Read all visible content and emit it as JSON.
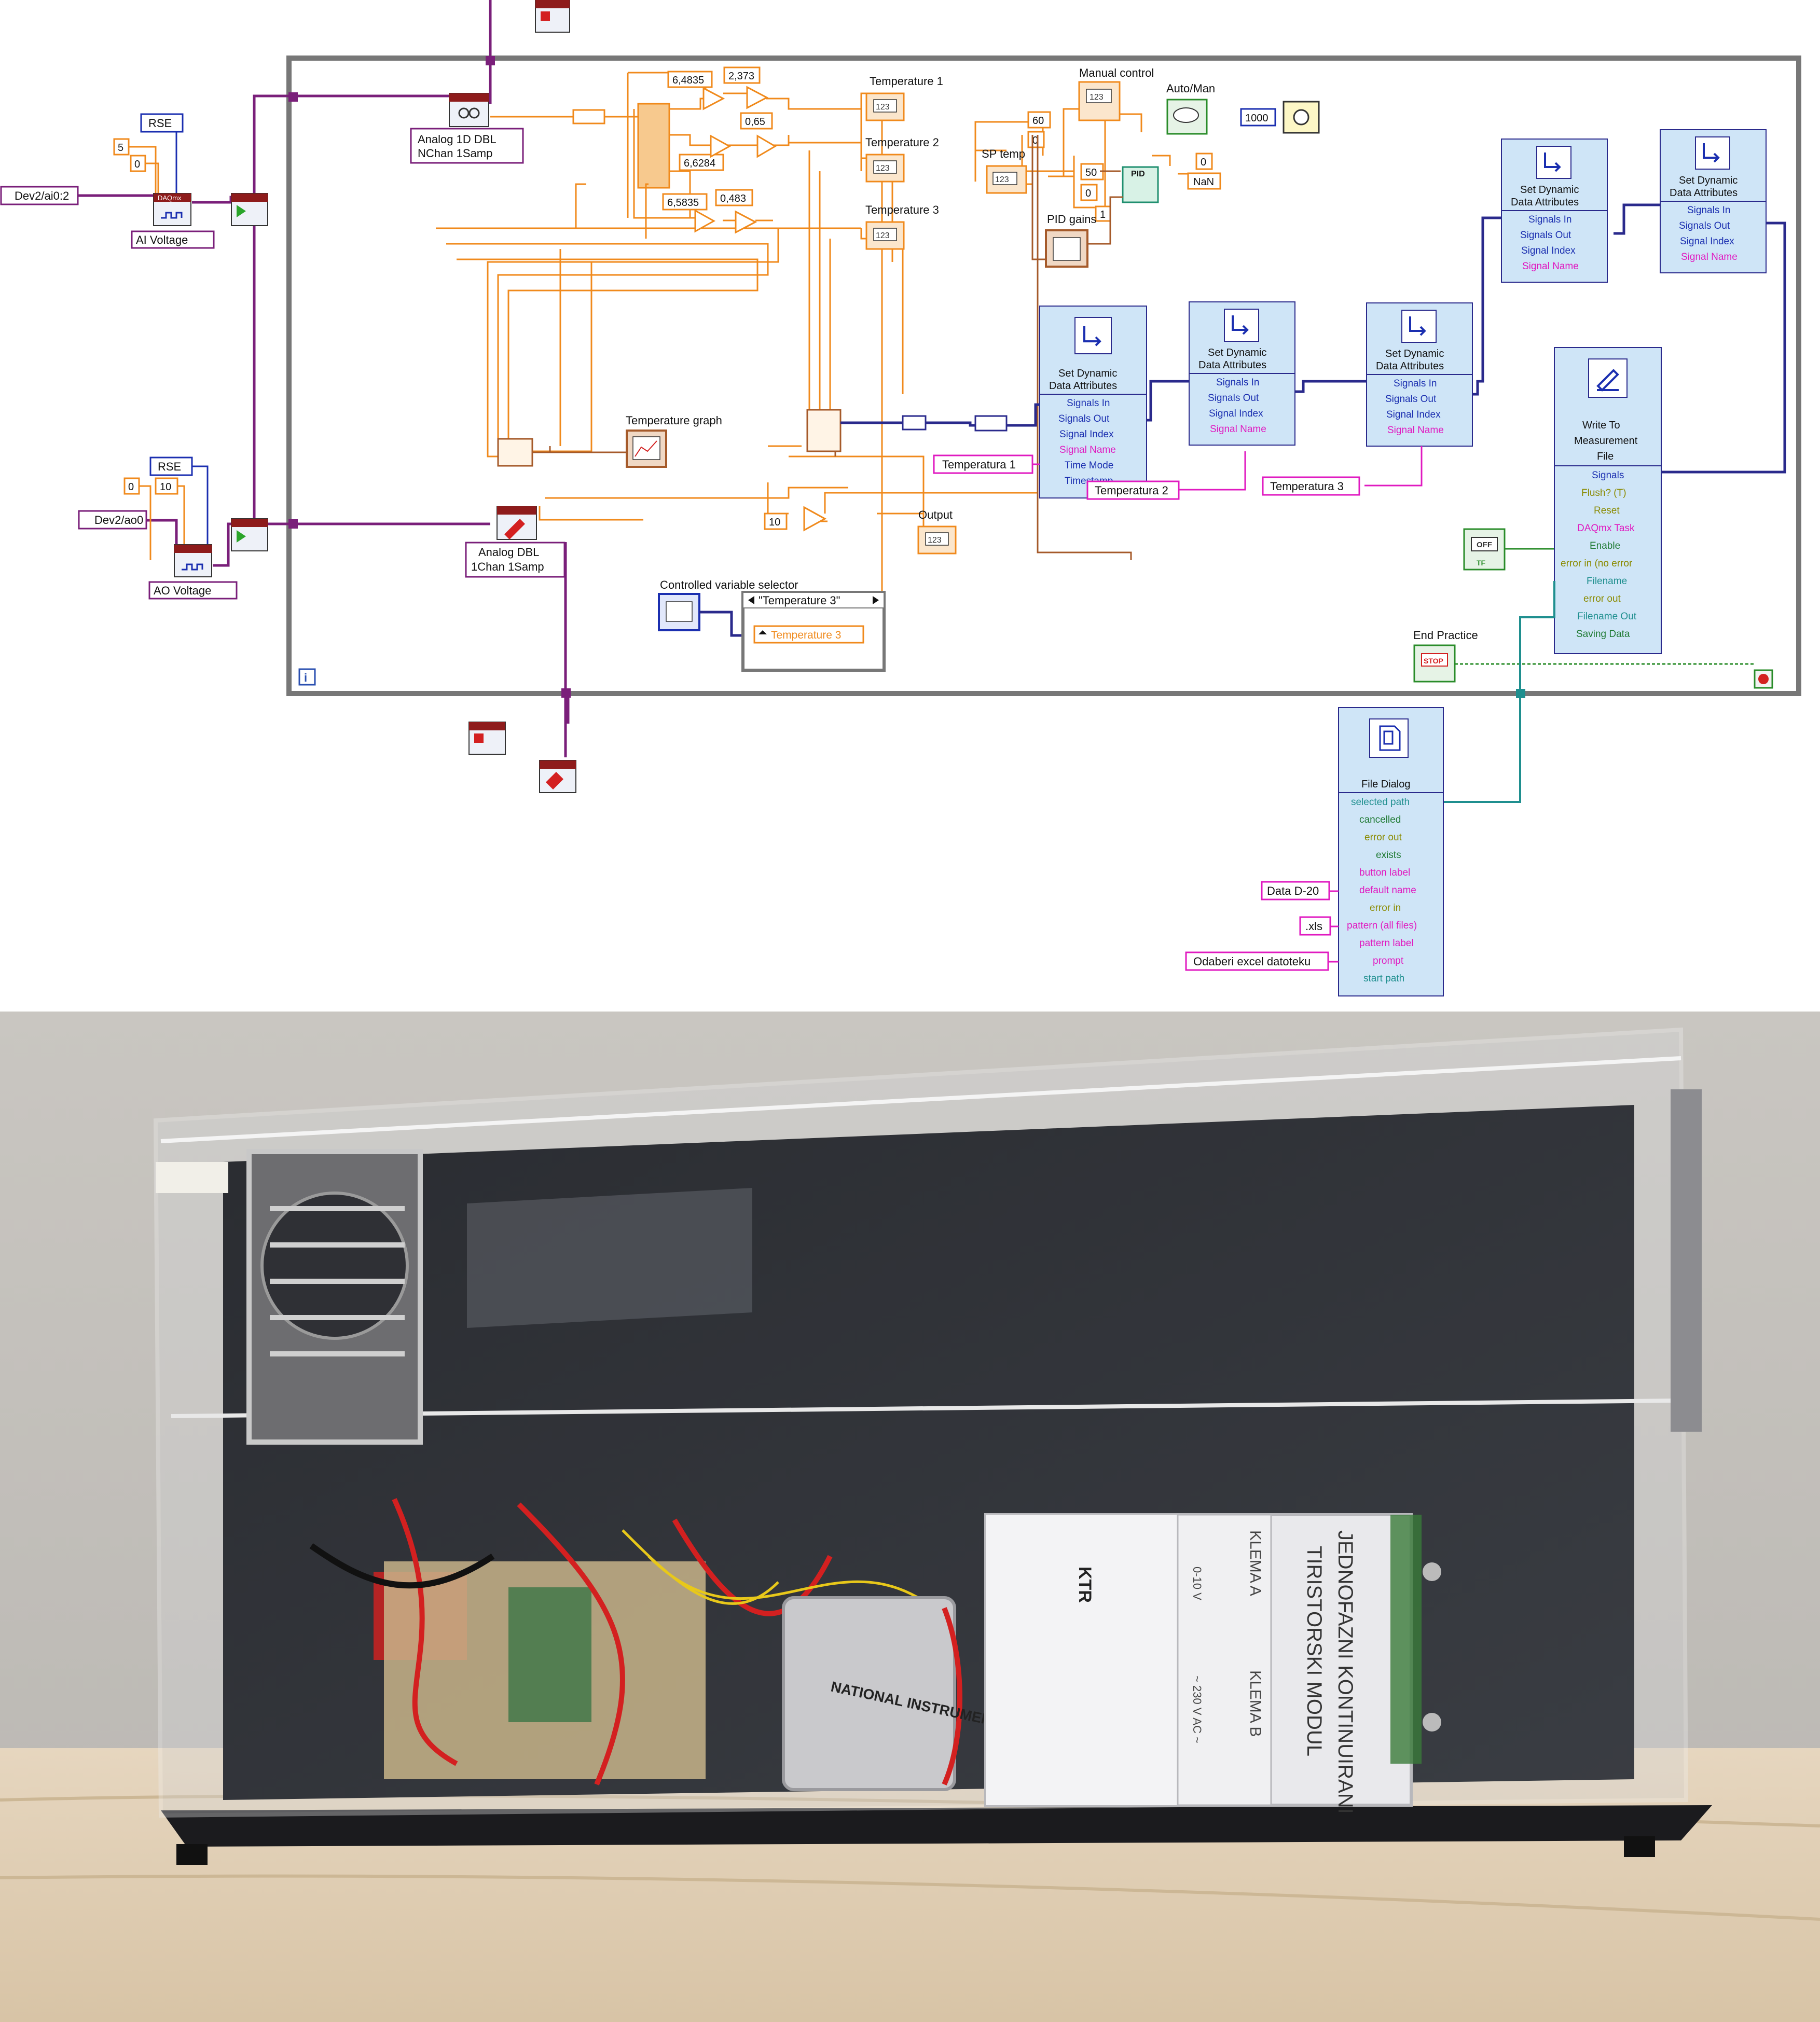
{
  "block_diagram": {
    "daq": {
      "ai_channel": "Dev2/ai0:2",
      "ao_channel": "Dev2/ao0",
      "rse_label": "RSE",
      "ai_const_5": "5",
      "ai_const_0": "0",
      "ao_const_0": "0",
      "ao_const_10": "10",
      "ai_voltage_label": "AI Voltage",
      "ao_voltage_label": "AO Voltage",
      "analog_read_label_1": "Analog 1D DBL",
      "analog_read_label_2": "NChan 1Samp",
      "analog_write_label_1": "Analog DBL",
      "analog_write_label_2": "1Chan 1Samp",
      "daqmx_badge": "DAQmx"
    },
    "constants": {
      "c1": "6,4835",
      "c2": "2,373",
      "c3": "0,65",
      "c4": "6,6284",
      "c5": "6,5835",
      "c6": "0,483",
      "c7": "60",
      "c8": "0",
      "c9": "50",
      "c10": "0",
      "c11": "1",
      "c12": "0",
      "c13": "NaN",
      "c14": "1000",
      "c15": "10"
    },
    "indicators": {
      "temperature1": "Temperature 1",
      "temperature2": "Temperature 2",
      "temperature3": "Temperature 3",
      "output": "Output",
      "sp_temp": "SP temp",
      "manual_control": "Manual control",
      "auto_man": "Auto/Man",
      "pid_gains": "PID gains",
      "temperature_graph": "Temperature graph",
      "controlled_variable_selector": "Controlled variable selector",
      "case_selector": "\"Temperature 3\"",
      "case_value": "Temperature 3",
      "end_practice": "End Practice",
      "numeric_glyph": "123",
      "pid_glyph": "PID",
      "stop_glyph": "STOP",
      "off_glyph": "OFF",
      "tf_glyph": "TF",
      "loop_index": "i"
    },
    "set_attr_nodes": [
      {
        "title1": "Set Dynamic",
        "title2": "Data Attributes",
        "pins": [
          "Signals In",
          "Signals Out",
          "Signal Index",
          "Signal Name",
          "Time Mode",
          "Timestamp"
        ]
      },
      {
        "title1": "Set Dynamic",
        "title2": "Data Attributes",
        "pins": [
          "Signals In",
          "Signals Out",
          "Signal Index",
          "Signal Name"
        ]
      },
      {
        "title1": "Set Dynamic",
        "title2": "Data Attributes",
        "pins": [
          "Signals In",
          "Signals Out",
          "Signal Index",
          "Signal Name"
        ]
      },
      {
        "title1": "Set Dynamic",
        "title2": "Data Attributes",
        "pins": [
          "Signals In",
          "Signals Out",
          "Signal Index",
          "Signal Name"
        ]
      },
      {
        "title1": "Set Dynamic",
        "title2": "Data Attributes",
        "pins": [
          "Signals In",
          "Signals Out",
          "Signal Index",
          "Signal Name"
        ]
      }
    ],
    "signal_names": [
      "Temperatura 1",
      "Temperatura 2",
      "Temperatura 3"
    ],
    "write_node": {
      "title1": "Write To",
      "title2": "Measurement",
      "title3": "File",
      "pins": [
        "Signals",
        "Flush? (T)",
        "Reset",
        "DAQmx Task",
        "Enable",
        "error in (no error",
        "Filename",
        "error out",
        "Filename Out",
        "Saving Data"
      ]
    },
    "file_dialog": {
      "title": "File Dialog",
      "pins": [
        "selected path",
        "cancelled",
        "error out",
        "exists",
        "button label",
        "default name",
        "error in",
        "pattern (all files)",
        "pattern label",
        "prompt",
        "start path"
      ],
      "default_name": "Data D-20",
      "pattern": ".xls",
      "prompt": "Odaberi excel datoteku"
    }
  },
  "photo": {
    "module_label_1": "JEDNOFAZNI KONTINUIRANI",
    "module_label_2": "TIRISTORSKI MODUL",
    "klema_a": "KLEMA A",
    "klema_b": "KLEMA B",
    "daq_brand": "NATIONAL INSTRUMENTS",
    "ktr": "KTR",
    "range_1": "0-10 V",
    "range_2": "~ 230 V AC ~"
  },
  "colors": {
    "numeric_wire": "#f08a1c",
    "daq_wire": "#7a1f7a",
    "dynamic_wire": "#2a2a8c",
    "string_wire": "#e01ac0",
    "cluster_wire": "#a55a2a",
    "path_wire": "#1f8f8f",
    "node_fill": "#cfe5f7",
    "loop_frame": "#777777"
  }
}
